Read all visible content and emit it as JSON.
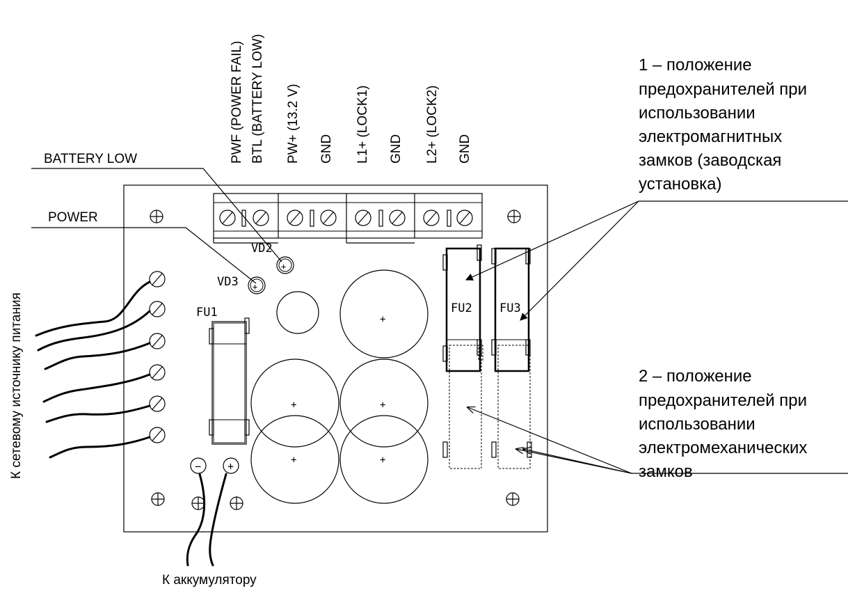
{
  "terminal_labels": [
    "PWF (POWER FAIL)",
    "BTL (BATTERY LOW)",
    "PW+ (13.2 V)",
    "GND",
    "L1+ (LOCK1)",
    "GND",
    "L2+ (LOCK2)",
    "GND"
  ],
  "indicators": {
    "battery_low": "BATTERY LOW",
    "power": "POWER",
    "vd2": "VD2",
    "vd3": "VD3"
  },
  "fuses": {
    "fu1": "FU1",
    "fu2": "FU2",
    "fu3": "FU3"
  },
  "notes": {
    "note1": [
      "1 – положение",
      "предохранителей при",
      "использовании",
      "электромагнитных",
      "замков (заводская",
      "установка)"
    ],
    "note2": [
      "2 – положение",
      "предохранителей при",
      "использовании",
      "электромеханических",
      "замков"
    ]
  },
  "mains_label": "К сетевому источнику питания",
  "battery_label": "К аккумулятору",
  "polarity": {
    "minus": "−",
    "plus": "+"
  }
}
